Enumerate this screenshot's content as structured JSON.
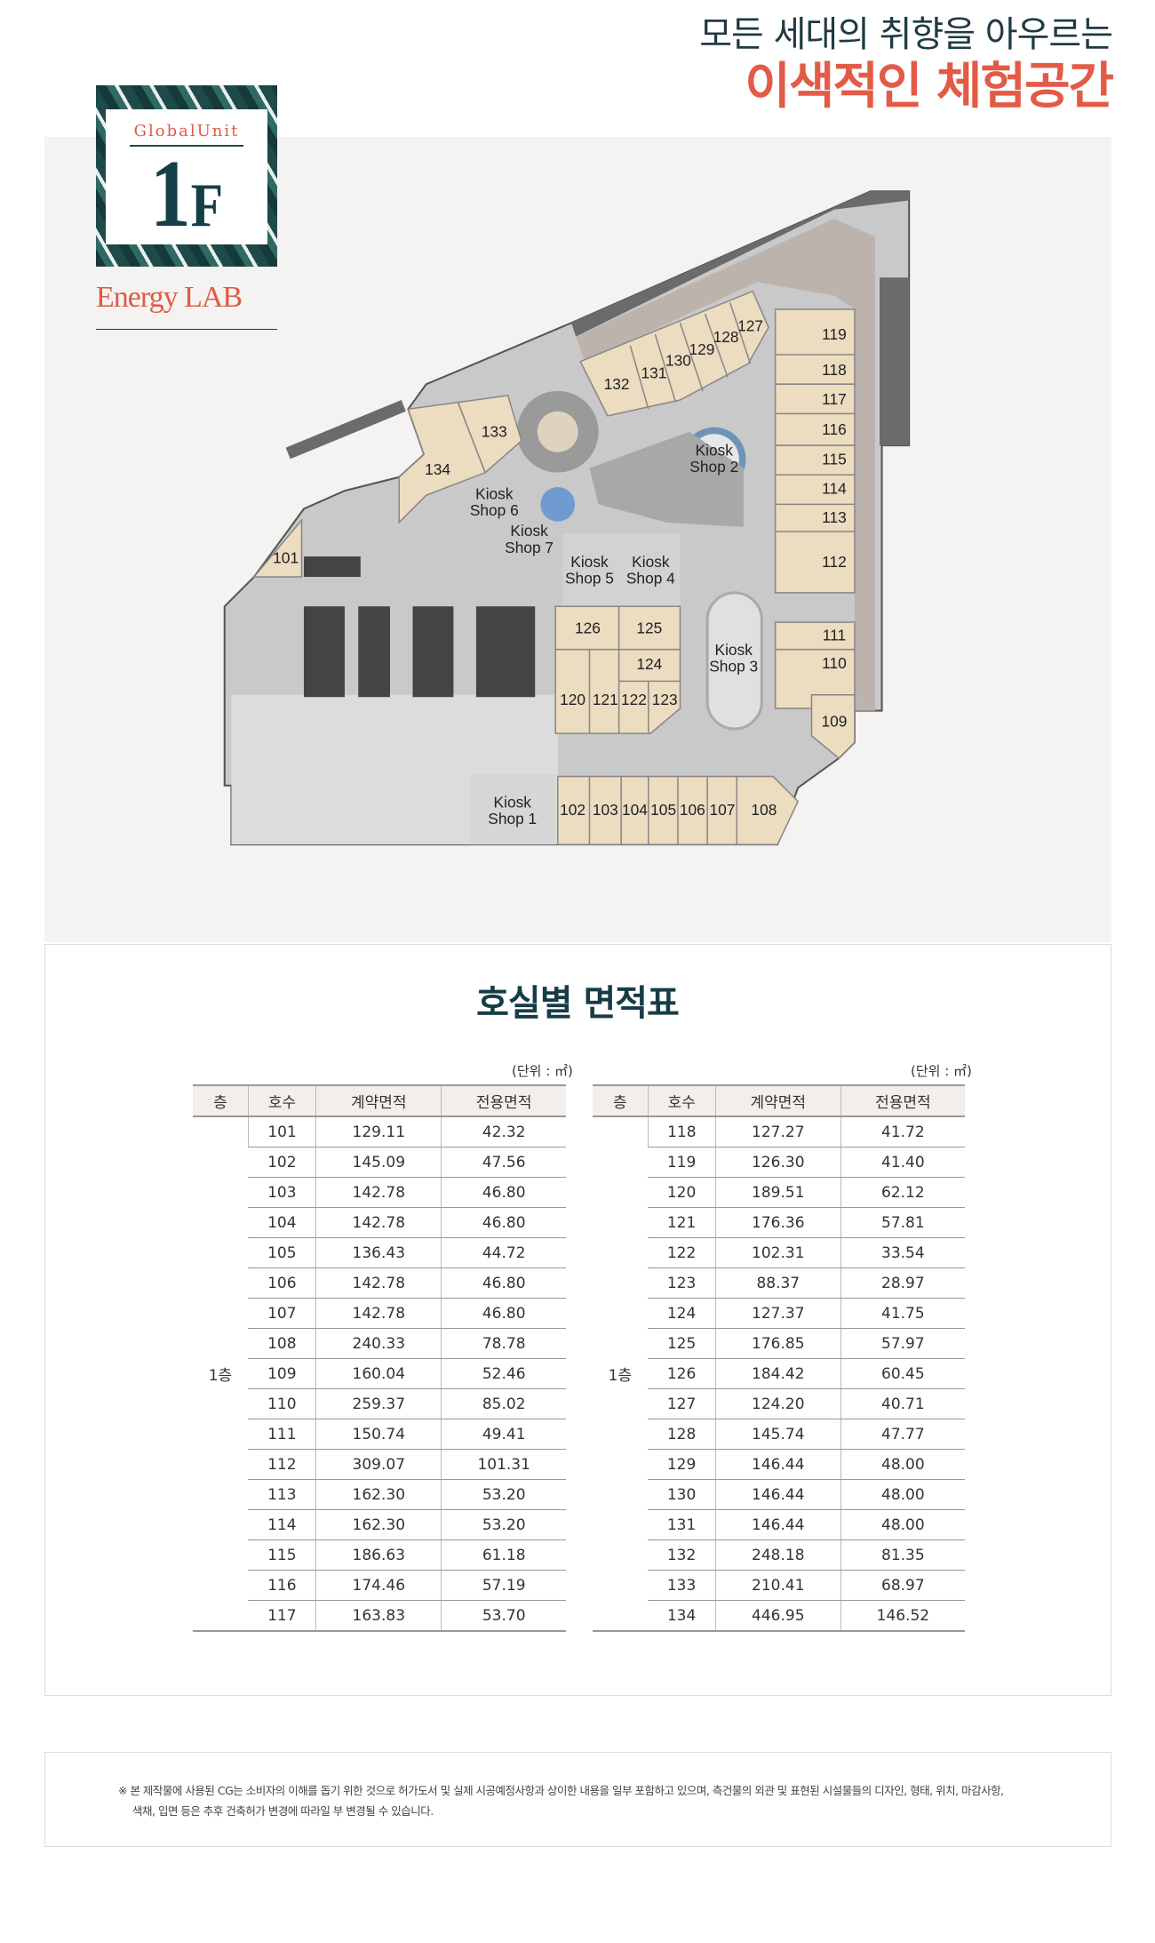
{
  "headline": {
    "line1": "모든 세대의 취향을 아우르는",
    "line2": "이색적인 체험공간"
  },
  "badge": {
    "brand": "GlobalUnit",
    "floor_num": "1",
    "floor_letter": "F",
    "subtitle": "Energy LAB"
  },
  "map": {
    "units": [
      "101",
      "102",
      "103",
      "104",
      "105",
      "106",
      "107",
      "108",
      "109",
      "110",
      "111",
      "112",
      "113",
      "114",
      "115",
      "116",
      "117",
      "118",
      "119",
      "120",
      "121",
      "122",
      "123",
      "124",
      "125",
      "126",
      "127",
      "128",
      "129",
      "130",
      "131",
      "132",
      "133",
      "134"
    ],
    "kiosks": [
      [
        "Kiosk",
        "Shop 1"
      ],
      [
        "Kiosk",
        "Shop 2"
      ],
      [
        "Kiosk",
        "Shop 3"
      ],
      [
        "Kiosk",
        "Shop 4"
      ],
      [
        "Kiosk",
        "Shop 5"
      ],
      [
        "Kiosk",
        "Shop 6"
      ],
      [
        "Kiosk",
        "Shop 7"
      ]
    ]
  },
  "area_table": {
    "title": "호실별 면적표",
    "unit_label": "(단위 : ㎡)",
    "headers": [
      "층",
      "호수",
      "계약면적",
      "전용면적"
    ],
    "floor": "1층",
    "left": [
      [
        "101",
        "129.11",
        "42.32"
      ],
      [
        "102",
        "145.09",
        "47.56"
      ],
      [
        "103",
        "142.78",
        "46.80"
      ],
      [
        "104",
        "142.78",
        "46.80"
      ],
      [
        "105",
        "136.43",
        "44.72"
      ],
      [
        "106",
        "142.78",
        "46.80"
      ],
      [
        "107",
        "142.78",
        "46.80"
      ],
      [
        "108",
        "240.33",
        "78.78"
      ],
      [
        "109",
        "160.04",
        "52.46"
      ],
      [
        "110",
        "259.37",
        "85.02"
      ],
      [
        "111",
        "150.74",
        "49.41"
      ],
      [
        "112",
        "309.07",
        "101.31"
      ],
      [
        "113",
        "162.30",
        "53.20"
      ],
      [
        "114",
        "162.30",
        "53.20"
      ],
      [
        "115",
        "186.63",
        "61.18"
      ],
      [
        "116",
        "174.46",
        "57.19"
      ],
      [
        "117",
        "163.83",
        "53.70"
      ]
    ],
    "right": [
      [
        "118",
        "127.27",
        "41.72"
      ],
      [
        "119",
        "126.30",
        "41.40"
      ],
      [
        "120",
        "189.51",
        "62.12"
      ],
      [
        "121",
        "176.36",
        "57.81"
      ],
      [
        "122",
        "102.31",
        "33.54"
      ],
      [
        "123",
        "88.37",
        "28.97"
      ],
      [
        "124",
        "127.37",
        "41.75"
      ],
      [
        "125",
        "176.85",
        "57.97"
      ],
      [
        "126",
        "184.42",
        "60.45"
      ],
      [
        "127",
        "124.20",
        "40.71"
      ],
      [
        "128",
        "145.74",
        "47.77"
      ],
      [
        "129",
        "146.44",
        "48.00"
      ],
      [
        "130",
        "146.44",
        "48.00"
      ],
      [
        "131",
        "146.44",
        "48.00"
      ],
      [
        "132",
        "248.18",
        "81.35"
      ],
      [
        "133",
        "210.41",
        "68.97"
      ],
      [
        "134",
        "446.95",
        "146.52"
      ]
    ]
  },
  "disclaimer": {
    "line1": "※ 본 제작물에 사용된 CG는 소비자의 이해를 돕기 위한 것으로 허가도서 및 실제 시공예정사항과 상이한 내용을 일부 포함하고 있으며, 측건물의 외관 및 표현된 시설물들의 디자인, 형태, 위치, 마감사항,",
    "line2": "색채, 입면 등은 추후 건축허가 변경에 따라일 부 변경될 수 있습니다."
  },
  "colors": {
    "accent": "#e35b46",
    "dark": "#173c47",
    "unit_fill": "#ecdcc0"
  }
}
